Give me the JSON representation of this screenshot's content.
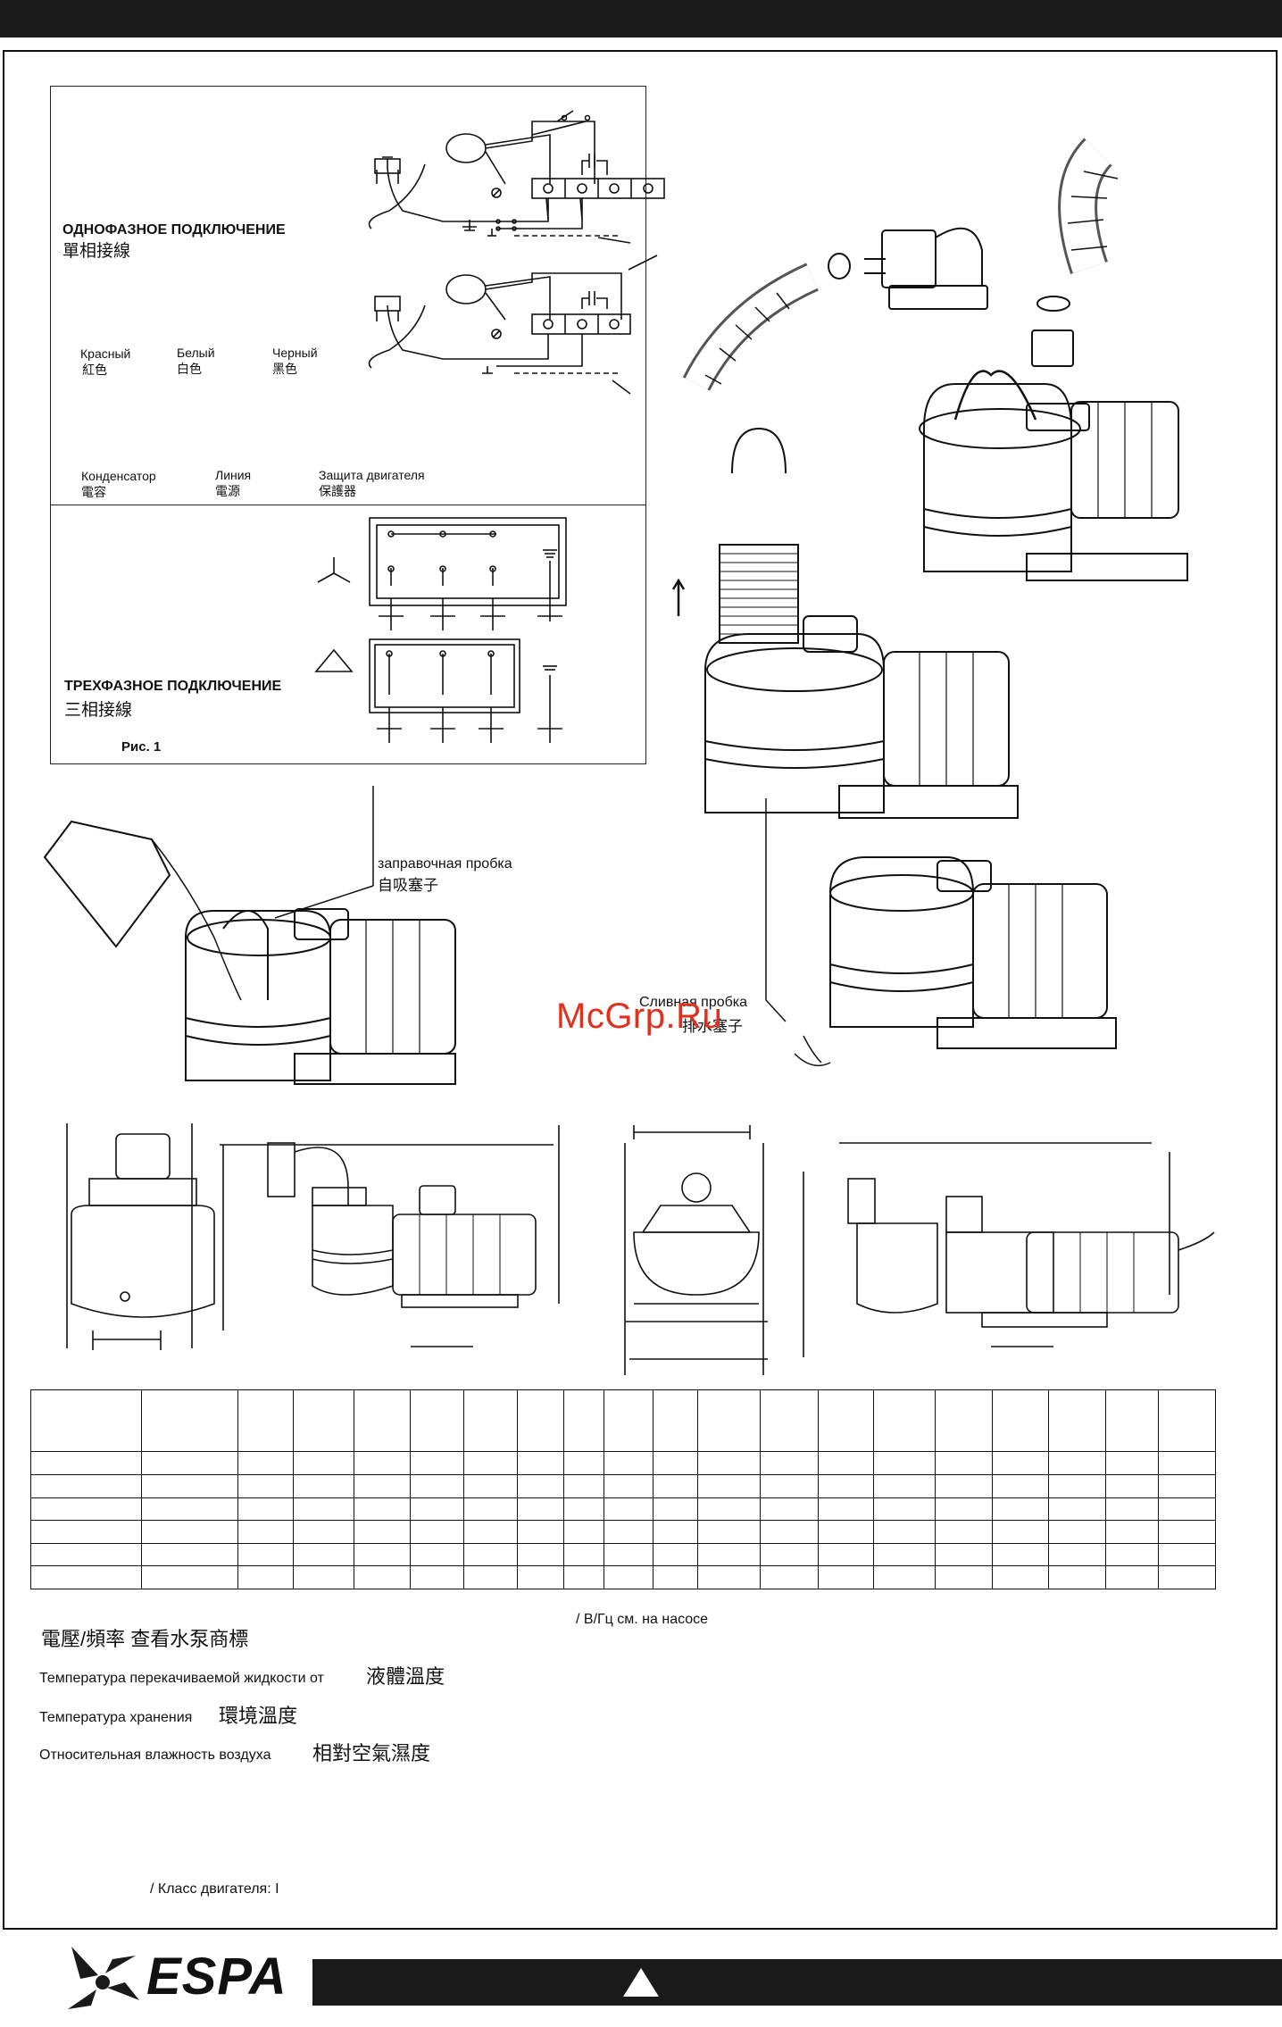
{
  "wiring": {
    "single_phase_ru": "ОДНОФАЗНОЕ ПОДКЛЮЧЕНИЕ",
    "single_phase_cn": "單相接線",
    "three_phase_ru": "ТРЕХФАЗНОЕ ПОДКЛЮЧЕНИЕ",
    "three_phase_cn": "三相接線",
    "fig_label": "Рис. 1",
    "colors": [
      {
        "ru": "Красный",
        "cn": "紅色"
      },
      {
        "ru": "Белый",
        "cn": "白色"
      },
      {
        "ru": "Черный",
        "cn": "黑色"
      }
    ],
    "legend": [
      {
        "ru": "Конденсатор",
        "cn": "電容"
      },
      {
        "ru": "Линия",
        "cn": "電源"
      },
      {
        "ru": "Защита двигателя",
        "cn": "保護器"
      }
    ]
  },
  "callouts": {
    "fill_plug_ru": "заправочная пробка",
    "fill_plug_cn": "自吸塞子",
    "drain_plug_ru": "Сливная пробка",
    "drain_plug_cn": "排水塞子"
  },
  "watermark": "McGrp.Ru",
  "notes": {
    "voltage_suffix": "/ В/Гц см. на насосе",
    "voltage_cn": "電壓/頻率 查看水泵商標",
    "temp_liquid_ru": "Температура перекачиваемой жидкости от",
    "temp_liquid_cn": "液體溫度",
    "temp_storage_ru": "Температура хранения",
    "temp_storage_cn": "環境溫度",
    "humidity_ru": "Относительная влажность воздуха",
    "humidity_cn": "相對空氣濕度",
    "motor_class": "/ Класс двигателя: I"
  },
  "brand": {
    "logo_text": "ESPA",
    "accent": "#1a1a1a"
  }
}
